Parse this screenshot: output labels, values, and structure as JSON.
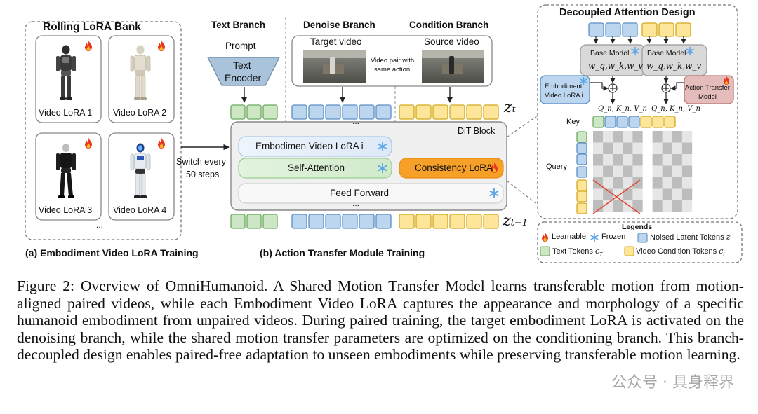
{
  "rolling_bank": {
    "title": "Rolling LoRA Bank",
    "items": [
      "Video LoRA 1",
      "Video LoRA 2",
      "Video LoRA 3",
      "Video LoRA 4"
    ],
    "more": "..."
  },
  "switch_text": [
    "Switch every",
    "50 steps"
  ],
  "branches": {
    "text": "Text Branch",
    "denoise": "Denoise Branch",
    "condition": "Condition Branch"
  },
  "prompt": "Prompt",
  "text_encoder": [
    "Text",
    "Encoder"
  ],
  "target_video": "Target video",
  "source_video": "Source video",
  "video_pair": [
    "Video pair with",
    "same action"
  ],
  "z_t": "z",
  "z_t_sub": "t",
  "z_t1_sub": "t−1",
  "dit_block": {
    "label": "DiT Block",
    "embodiment_lora": "Embodimen Video LoRA i",
    "self_attention": "Self-Attention",
    "consistency_lora": "Consistency LoRA",
    "feed_forward": "Feed Forward",
    "dots": "..."
  },
  "attention": {
    "title": "Decoupled Attention Design",
    "base_model": "Base Model",
    "weights": "w_q,w_k,w_v",
    "embodiment_lora": [
      "Embodiment",
      "Video LoRA i"
    ],
    "action_transfer": [
      "Action Transfer",
      "Model"
    ],
    "qkv": "Q_n, K_n, V_n",
    "key": "Key",
    "query": "Query"
  },
  "legend": {
    "title": "Legends",
    "learnable": "Learnable",
    "frozen": "Frozen",
    "noised": "Noised Latent Tokens",
    "noised_sym": "z",
    "text_tokens": "Text Tokens",
    "text_sym": "c",
    "text_sub": "T",
    "video_tokens": "Video Condition Tokens",
    "video_sym": "c",
    "video_sub": "I"
  },
  "subtitles": {
    "a": "(a) Embodiment Video LoRA Training",
    "b": "(b) Action Transfer Module Training"
  },
  "colors": {
    "green": "#cde6c6",
    "blue": "#bcd6ef",
    "yellow": "#fde69a",
    "orange": "#f7a028",
    "flame": "#e8371b",
    "snow": "#6aaee8"
  },
  "caption": "Figure 2: Overview of OmniHumanoid. A Shared Motion Transfer Model learns transferable motion from motion-aligned paired videos, while each Embodiment Video LoRA captures the appearance and morphology of a specific humanoid embodiment from unpaired videos. During paired training, the target embodiment LoRA is activated on the denoising branch, while the shared motion transfer parameters are optimized on the conditioning branch. This branch-decoupled design enables paired-free adaptation to unseen embodiments while preserving transferable motion learning.",
  "watermark": "公众号 · 具身释界"
}
